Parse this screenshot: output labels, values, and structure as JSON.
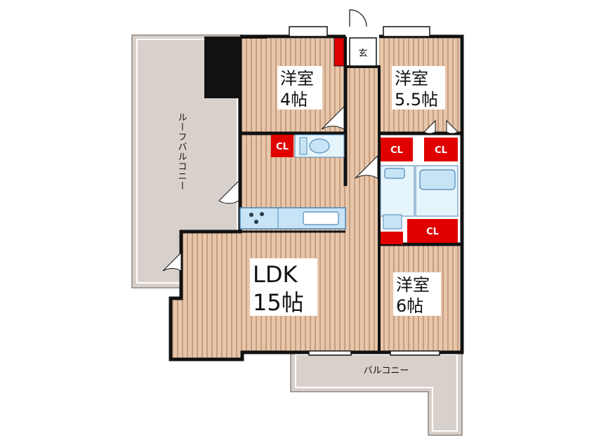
{
  "rooms": {
    "western_a": {
      "name": "洋室",
      "size": "4帖"
    },
    "western_b": {
      "name": "洋室",
      "size": "5.5帖"
    },
    "western_c": {
      "name": "洋室",
      "size": "6帖"
    },
    "ldk": {
      "name": "LDK",
      "size": "15帖"
    }
  },
  "labels": {
    "entrance": "玄",
    "closet": "CL",
    "roof_balcony": "ルーフバルコニー",
    "balcony": "バルコニー"
  },
  "colors": {
    "floor_wood": "#e7c6aa",
    "floor_stripe": "#c79d7f",
    "balcony": "#d8d0cb",
    "wall": "#111111",
    "closet": "#e00000",
    "fixture": "#c7e4f6",
    "fixture_stroke": "#4d87b3"
  }
}
